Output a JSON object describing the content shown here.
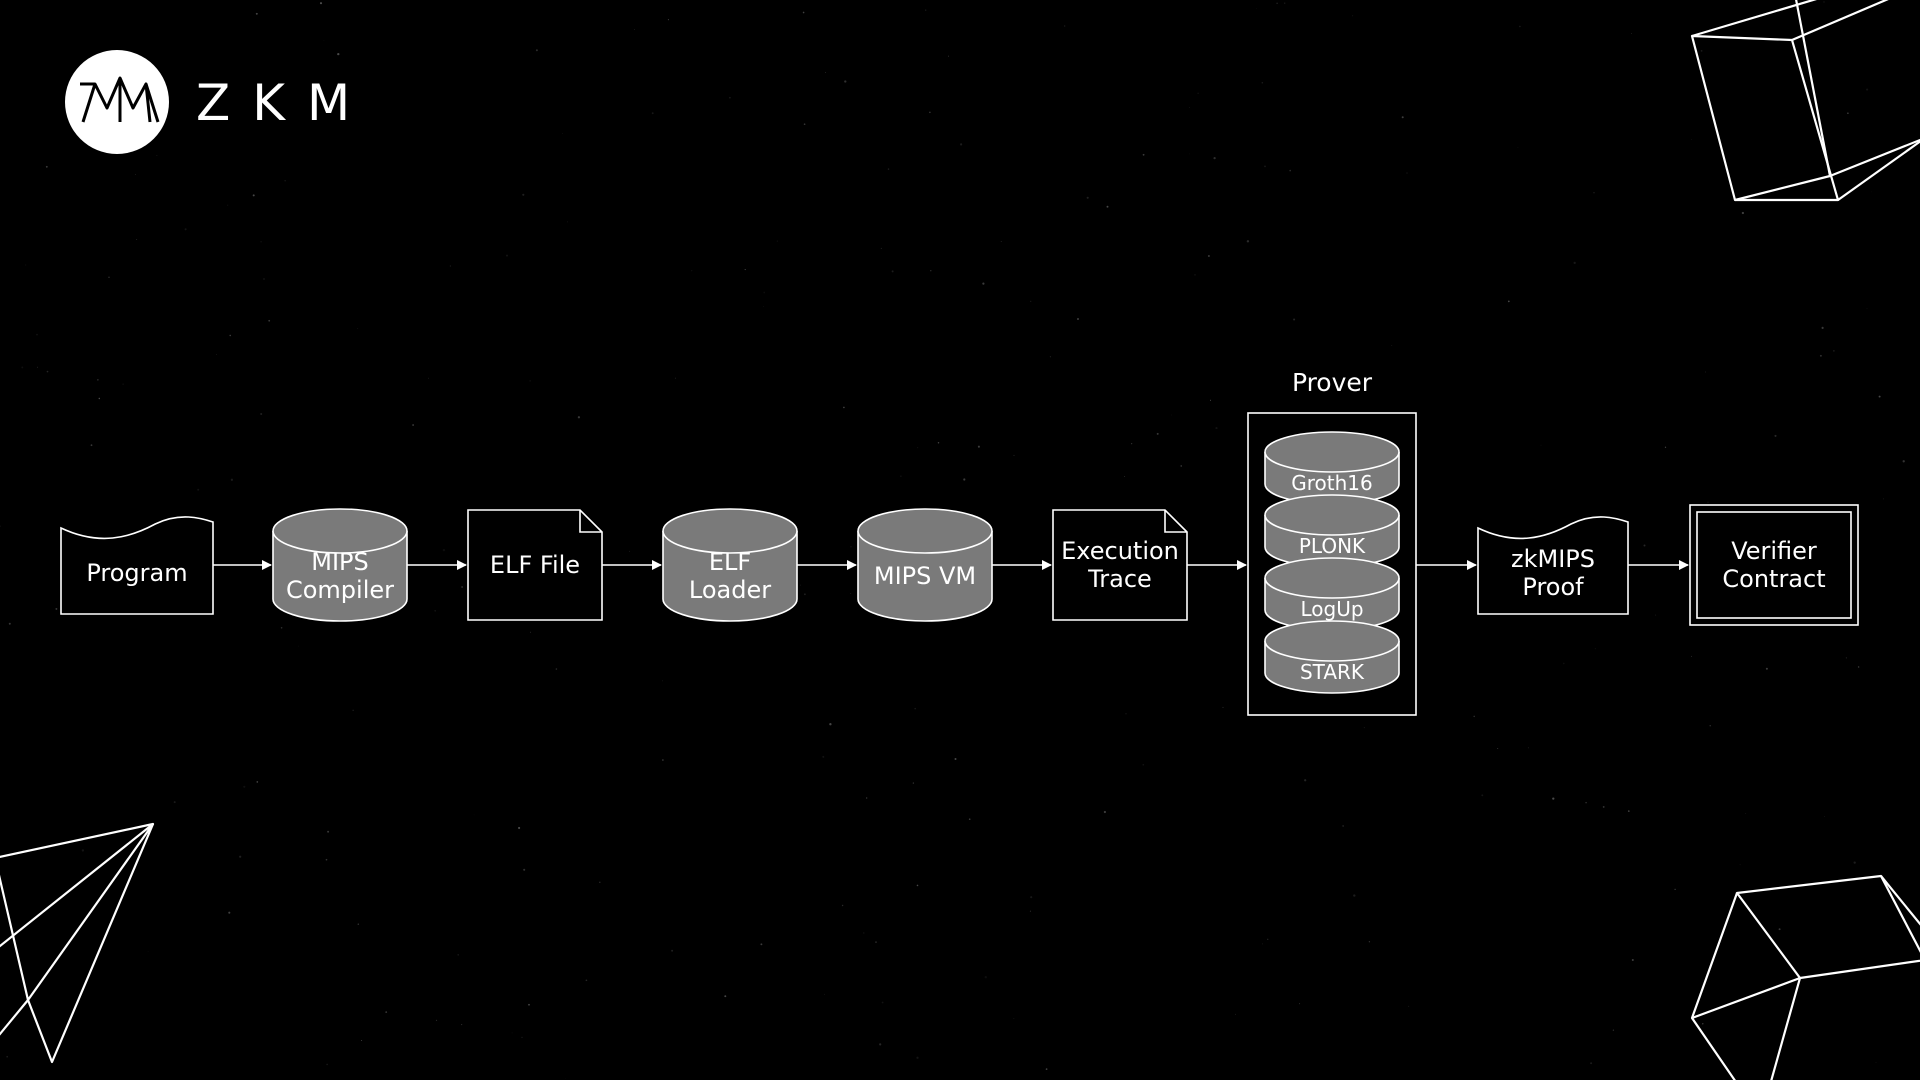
{
  "brand": {
    "name": "ZKM",
    "logo_icon": "zkm-mountain-logo-icon"
  },
  "colors": {
    "background": "#000000",
    "foreground": "#ffffff",
    "cylinder_fill": "#7a7a7a"
  },
  "diagram": {
    "nodes": [
      {
        "id": "program",
        "shape": "wavy-document",
        "lines": [
          "Program"
        ]
      },
      {
        "id": "mips-compiler",
        "shape": "cylinder",
        "lines": [
          "MIPS",
          "Compiler"
        ]
      },
      {
        "id": "elf-file",
        "shape": "document",
        "lines": [
          "ELF File"
        ]
      },
      {
        "id": "elf-loader",
        "shape": "cylinder",
        "lines": [
          "ELF",
          "Loader"
        ]
      },
      {
        "id": "mips-vm",
        "shape": "cylinder",
        "lines": [
          "MIPS VM"
        ]
      },
      {
        "id": "execution-trace",
        "shape": "document",
        "lines": [
          "Execution",
          "Trace"
        ]
      },
      {
        "id": "prover",
        "shape": "group",
        "lines": []
      },
      {
        "id": "zkmips-proof",
        "shape": "wavy-document",
        "lines": [
          "zkMIPS",
          "Proof"
        ]
      },
      {
        "id": "verifier-contract",
        "shape": "double-rectangle",
        "lines": [
          "Verifier",
          "Contract"
        ]
      }
    ],
    "prover": {
      "title": "Prover",
      "stack": [
        "Groth16",
        "PLONK",
        "LogUp",
        "STARK"
      ]
    },
    "edges": [
      [
        "program",
        "mips-compiler"
      ],
      [
        "mips-compiler",
        "elf-file"
      ],
      [
        "elf-file",
        "elf-loader"
      ],
      [
        "elf-loader",
        "mips-vm"
      ],
      [
        "mips-vm",
        "execution-trace"
      ],
      [
        "execution-trace",
        "prover"
      ],
      [
        "prover",
        "zkmips-proof"
      ],
      [
        "zkmips-proof",
        "verifier-contract"
      ]
    ]
  },
  "decorations": [
    "wireframe-cube-icon",
    "paper-plane-icon",
    "wireframe-pentagon-prism-icon"
  ]
}
